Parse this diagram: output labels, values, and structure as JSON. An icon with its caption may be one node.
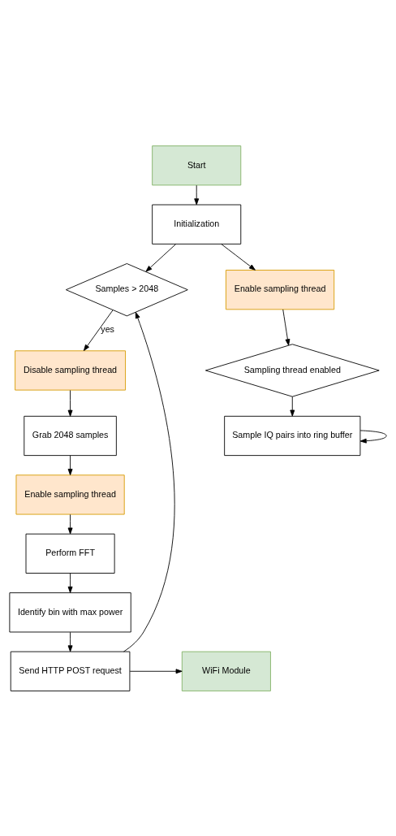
{
  "diagram": {
    "nodes": [
      {
        "text": [
          "Start"
        ]
      },
      {
        "text": [
          "Initialization"
        ]
      },
      {
        "text": [
          "Samples > 2048"
        ]
      },
      {
        "text": [
          "Enable sampling thread"
        ]
      },
      {
        "text": [
          "Sampling thread enabled"
        ]
      },
      {
        "text": [
          "Disable sampling thread"
        ]
      },
      {
        "text": [
          "Sample IQ pairs into ring buffer"
        ]
      },
      {
        "text": [
          "Grab 2048 samples"
        ]
      },
      {
        "text": [
          "Enable sampling thread"
        ]
      },
      {
        "text": [
          "Perform FFT"
        ]
      },
      {
        "text": [
          "Identify bin with max power"
        ]
      },
      {
        "text": [
          "Send HTTP POST request"
        ]
      },
      {
        "text": [
          "WiFi Module"
        ]
      }
    ],
    "edges": [
      {
        "from": 0,
        "to": 1,
        "arrow": "to"
      },
      {
        "from": 1,
        "to": 2,
        "arrow": "to"
      },
      {
        "from": 1,
        "to": 3,
        "arrow": "to"
      },
      {
        "from": 3,
        "to": 4,
        "arrow": "to"
      },
      {
        "from": 4,
        "to": 6,
        "arrow": "to"
      },
      {
        "from": 6,
        "to": 6,
        "arrow": "to"
      },
      {
        "from": 2,
        "to": 5,
        "arrow": "to",
        "label": "yes"
      },
      {
        "from": 5,
        "to": 7,
        "arrow": "to"
      },
      {
        "from": 7,
        "to": 8,
        "arrow": "to"
      },
      {
        "from": 8,
        "to": 9,
        "arrow": "to"
      },
      {
        "from": 9,
        "to": 10,
        "arrow": "to"
      },
      {
        "from": 10,
        "to": 11,
        "arrow": "to"
      },
      {
        "from": 11,
        "to": 12,
        "arrow": "to"
      },
      {
        "from": 11,
        "to": 2,
        "arrow": "to"
      }
    ]
  }
}
